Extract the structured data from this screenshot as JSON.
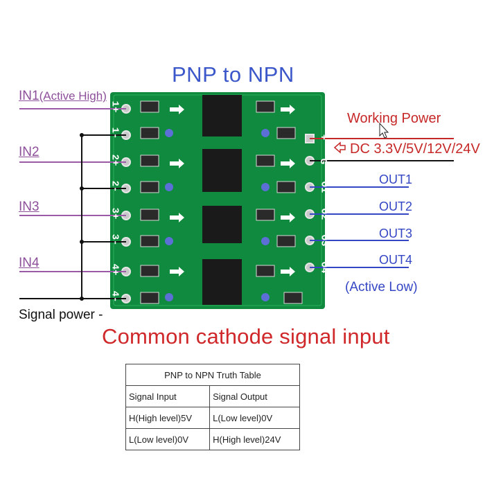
{
  "title": "PNP to NPN",
  "inputs": [
    {
      "label": "IN1",
      "note": "(Active High)"
    },
    {
      "label": "IN2",
      "note": ""
    },
    {
      "label": "IN3",
      "note": ""
    },
    {
      "label": "IN4",
      "note": ""
    }
  ],
  "signal_power": "Signal power -",
  "common_label": "Common cathode signal input",
  "working_power": "Working Power",
  "dc_voltage": "DC 3.3V/5V/12V/24V",
  "outputs": [
    "OUT1",
    "OUT2",
    "OUT3",
    "OUT4"
  ],
  "active_low": "(Active Low)",
  "left_pins": [
    "1+",
    "1-",
    "2+",
    "2-",
    "3+",
    "3-",
    "4+",
    "4-"
  ],
  "right_pins": [
    "+",
    "G",
    "O1",
    "O2",
    "O3",
    "O4"
  ],
  "truth_table": {
    "title": "PNP to NPN Truth Table",
    "headers": [
      "Signal Input",
      "Signal Output"
    ],
    "rows": [
      [
        "H(High level)5V",
        "L(Low level)0V"
      ],
      [
        "L(Low level)0V",
        "H(High level)24V"
      ]
    ]
  },
  "colors": {
    "pcb": "#0f8a3e",
    "input_wire": "#9b5aa6",
    "output_wire": "#3446c4",
    "power_wire": "#c62828"
  }
}
